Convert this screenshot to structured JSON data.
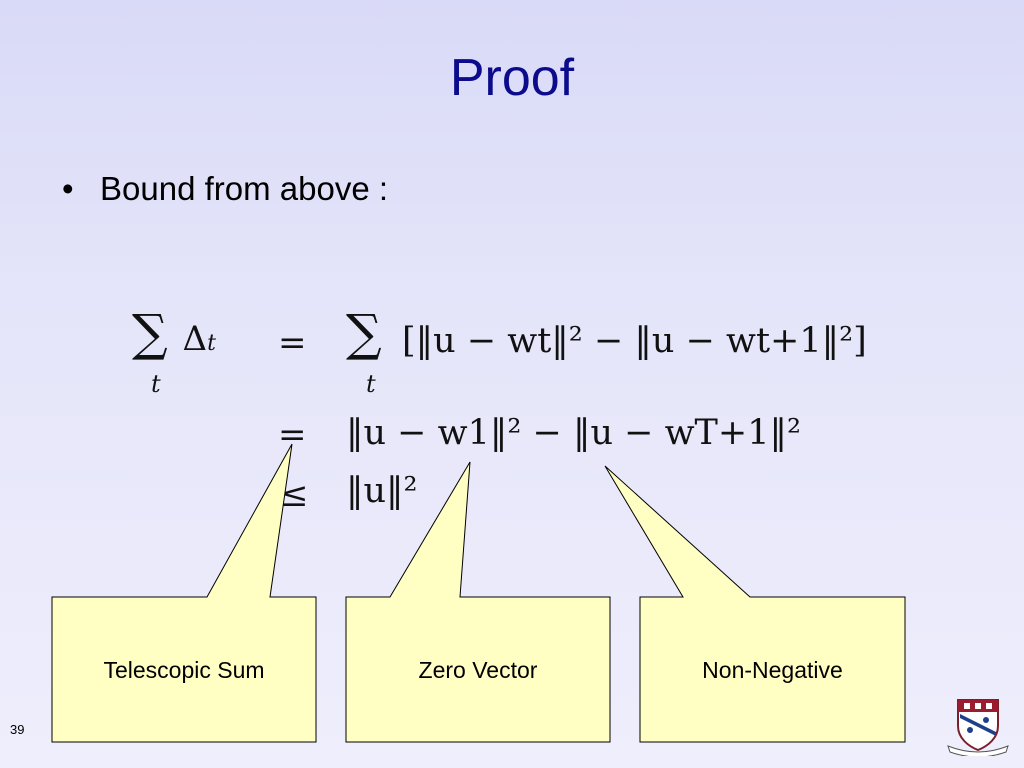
{
  "slide": {
    "title": "Proof",
    "bullet": "Bound from above :",
    "slide_number": "39"
  },
  "equation": {
    "row1_lhs_sum": "∑",
    "row1_lhs_index": "t",
    "row1_lhs_term": "Δ",
    "row1_lhs_term_sub": "t",
    "row1_rel": "=",
    "row1_rhs_sum": "∑",
    "row1_rhs_index": "t",
    "row1_rhs": "[‖u − wt‖² − ‖u − wt+1‖²]",
    "row2_rel": "=",
    "row2_rhs": "‖u − w1‖² − ‖u − wT+1‖²",
    "row3_rel": "≤",
    "row3_rhs": "‖u‖²"
  },
  "callouts": [
    {
      "label": "Telescopic Sum"
    },
    {
      "label": "Zero Vector"
    },
    {
      "label": "Non-Negative"
    }
  ],
  "colors": {
    "title": "#0b0b8c",
    "callout_fill": "#ffffc4",
    "background": "#e6e6fa"
  }
}
